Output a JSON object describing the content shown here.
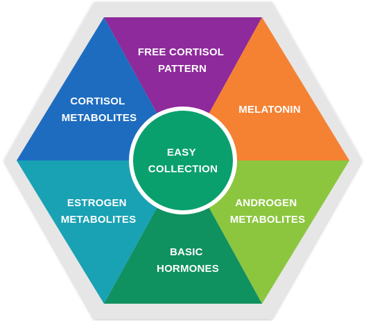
{
  "diagram": {
    "segments": [
      {
        "id": "free-cortisol",
        "line1": "FREE CORTISOL",
        "line2": "PATTERN",
        "color": "#8e2a9b"
      },
      {
        "id": "melatonin",
        "line1": "MELATONIN",
        "line2": "",
        "color": "#f58233"
      },
      {
        "id": "androgen",
        "line1": "ANDROGEN",
        "line2": "METABOLITES",
        "color": "#8cc63f"
      },
      {
        "id": "basic-hormones",
        "line1": "BASIC",
        "line2": "HORMONES",
        "color": "#109160"
      },
      {
        "id": "estrogen",
        "line1": "ESTROGEN",
        "line2": "METABOLITES",
        "color": "#19a2b4"
      },
      {
        "id": "cortisol-metabolites",
        "line1": "CORTISOL",
        "line2": "METABOLITES",
        "color": "#1e6cc0"
      }
    ],
    "center": {
      "line1": "EASY",
      "line2": "COLLECTION",
      "color": "#0aa06e"
    },
    "border_color": "#e6e6e6"
  }
}
